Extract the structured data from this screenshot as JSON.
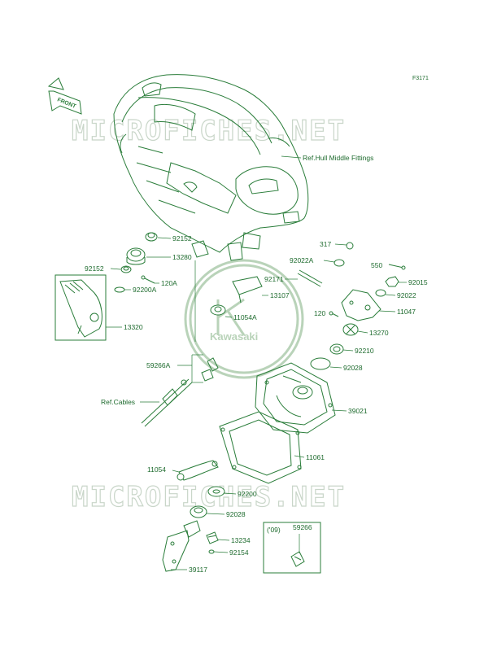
{
  "figure_code": "F3171",
  "front_label": "FRONT",
  "watermark": "MICROFICHES.NET",
  "logo_text": "Kawasaki",
  "labels": {
    "ref_hull": "Ref.Hull Middle Fittings",
    "p92152a": "92152",
    "p13280": "13280",
    "p92152b": "92152",
    "p120a": "120A",
    "p92200a": "92200A",
    "p13320": "13320",
    "p13107": "13107",
    "p11054a": "11054A",
    "p59266a": "59266A",
    "ref_cables": "Ref.Cables",
    "p317": "317",
    "p92022a": "92022A",
    "p92171": "92171",
    "p120": "120",
    "p550": "550",
    "p92015": "92015",
    "p92022": "92022",
    "p11047": "11047",
    "p13270": "13270",
    "p92210": "92210",
    "p92028a": "92028",
    "p39021": "39021",
    "p11061": "11061",
    "p11054": "11054",
    "p92200": "92200",
    "p92028b": "92028",
    "p13234": "13234",
    "p92154": "92154",
    "p39117": "39117",
    "inset_year": "('09)",
    "inset_part": "59266"
  }
}
